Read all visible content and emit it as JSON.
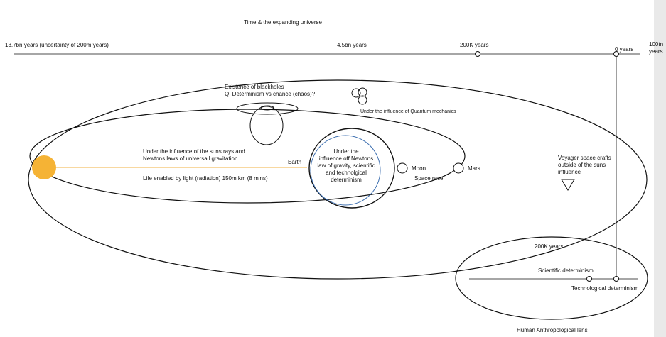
{
  "title": "Time & the expanding universe",
  "timeline": {
    "start": "13.7bn years (uncertainty of 200m years)",
    "mid": "4.5bn years",
    "human": "200K years",
    "now": "0 years",
    "future": [
      "100tn",
      "years"
    ]
  },
  "labels": {
    "blackholes": [
      "Existence of blackholes",
      "Q: Determinism vs chance (chaos)?"
    ],
    "quantum": "Under the influence of Quantum mechanics",
    "sun_influence": [
      "Under the influence of the suns rays and",
      "Newtons laws of universall gravitation"
    ],
    "light": "Life enabled by light (radiation) 150m km (8 mins)",
    "earth": "Earth",
    "newton_bubble": [
      "Under the",
      "influence off Newtons",
      "law of gravity, scientific",
      "and technolgical",
      "determinism"
    ],
    "moon": "Moon",
    "space_race": "Space race",
    "mars": "Mars",
    "voyager": [
      "Voyager space crafts",
      "outside of the suns",
      "influence"
    ],
    "human_span": "200K years",
    "scientific": "Scientific determinism",
    "technological": "Technological determinism",
    "lens": "Human Anthropological lens"
  },
  "colors": {
    "line": "#111111",
    "sun": "#f5b335",
    "sun_ray": "#f0b040",
    "blue_circle": "#3d6fb0",
    "margin": "#e9e9e9"
  }
}
